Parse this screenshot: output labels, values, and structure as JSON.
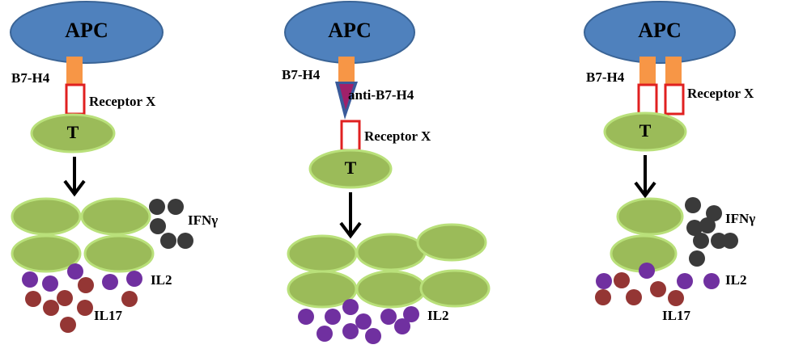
{
  "colors": {
    "apc": "#4f81bd",
    "apc_border": "#3a6496",
    "b7h4": "#f79646",
    "receptor_border": "#e02020",
    "t_cell": "#9bbb59",
    "t_cell_border": "#b9e07a",
    "ifng": "#3a3a3a",
    "il2": "#7030a0",
    "il17": "#943634",
    "antibody": "#3a5a9a",
    "antibody_core": "#a0206a"
  },
  "panels": [
    {
      "apc": "APC",
      "b7h4": "B7-H4",
      "receptor": "Receptor X",
      "t": "T",
      "cytokines": {
        "ifng": "IFNγ",
        "il2": "IL2",
        "il17": "IL17"
      }
    },
    {
      "apc": "APC",
      "b7h4": "B7-H4",
      "antibody": "anti-B7-H4",
      "receptor": "Receptor X",
      "t": "T",
      "cytokines": {
        "il2": "IL2"
      }
    },
    {
      "apc": "APC",
      "b7h4": "B7-H4",
      "receptor": "Receptor X",
      "t": "T",
      "cytokines": {
        "ifng": "IFNγ",
        "il2": "IL2",
        "il17": "IL17"
      }
    }
  ]
}
